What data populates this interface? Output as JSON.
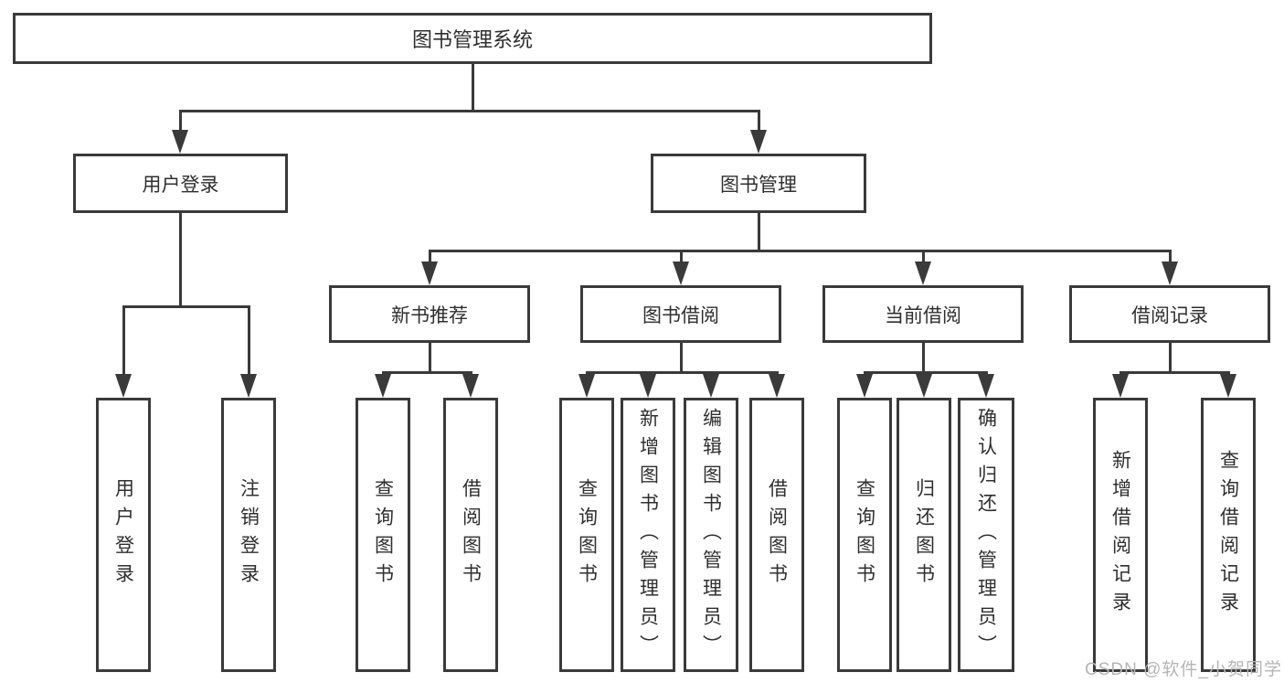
{
  "diagram": {
    "root": {
      "label": "图书管理系统"
    },
    "user_login": {
      "label": "用户登录",
      "children": [
        "用户登录",
        "注销登录"
      ]
    },
    "book_mgmt": {
      "label": "图书管理",
      "children": [
        {
          "label": "新书推荐",
          "children": [
            "查询图书",
            "借阅图书"
          ]
        },
        {
          "label": "图书借阅",
          "children": [
            "查询图书",
            "新增图书（管理员）",
            "编辑图书（管理员）",
            "借阅图书"
          ]
        },
        {
          "label": "当前借阅",
          "children": [
            "查询图书",
            "归还图书",
            "确认归还（管理员）"
          ]
        },
        {
          "label": "借阅记录",
          "children": [
            "新增借阅记录",
            "查询借阅记录"
          ]
        }
      ]
    }
  },
  "watermark": "CSDN @软件_小贺同学",
  "colors": {
    "line": "#3a3a3a",
    "text": "#2f2f2f",
    "box_fill": "#ffffff",
    "background": "#ffffff",
    "watermark": "#b5b5b5"
  }
}
